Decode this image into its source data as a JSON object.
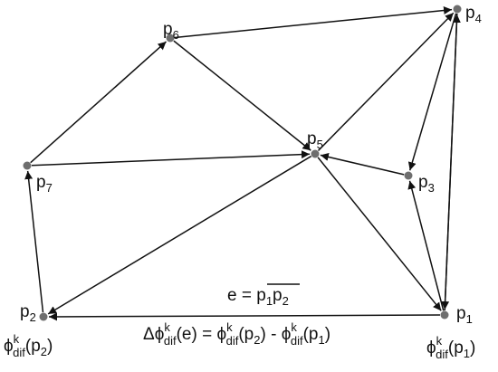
{
  "points": [
    {
      "id": "p1",
      "base": "p",
      "sub": "1"
    },
    {
      "id": "p2",
      "base": "p",
      "sub": "2"
    },
    {
      "id": "p3",
      "base": "p",
      "sub": "3"
    },
    {
      "id": "p4",
      "base": "p",
      "sub": "4"
    },
    {
      "id": "p5",
      "base": "p",
      "sub": "5"
    },
    {
      "id": "p6",
      "base": "p",
      "sub": "6"
    },
    {
      "id": "p7",
      "base": "p",
      "sub": "7"
    }
  ],
  "edges": [
    {
      "from": "p6",
      "to": "p4"
    },
    {
      "from": "p7",
      "to": "p6"
    },
    {
      "from": "p6",
      "to": "p5"
    },
    {
      "from": "p7",
      "to": "p5"
    },
    {
      "from": "p2",
      "to": "p7"
    },
    {
      "from": "p5",
      "to": "p4"
    },
    {
      "from": "p5",
      "to": "p2"
    },
    {
      "from": "p1",
      "to": "p2"
    },
    {
      "from": "p5",
      "to": "p1"
    },
    {
      "from": "p3",
      "to": "p5"
    },
    {
      "from": "p4",
      "to": "p3"
    },
    {
      "from": "p4",
      "to": "p1"
    },
    {
      "from": "p1",
      "to": "p3"
    },
    {
      "from": "p1",
      "to": "p4"
    }
  ],
  "edge_equation": {
    "lhs": "e = ",
    "seg_first": "p",
    "seg_first_sub": "1",
    "seg_second": "p",
    "seg_second_sub": "2"
  },
  "phi_p2": {
    "phi": "ϕ",
    "sup": "k",
    "sub": "dif",
    "arg": "(p",
    "arg_sub": "2",
    "close": ")"
  },
  "phi_p1": {
    "phi": "ϕ",
    "sup": "k",
    "sub": "dif",
    "arg": "(p",
    "arg_sub": "1",
    "close": ")"
  },
  "delta_equation": {
    "delta": "Δϕ",
    "d_sup": "k",
    "d_sub": "dif",
    "d_arg": "(e) = ",
    "t1_phi": "ϕ",
    "t1_sup": "k",
    "t1_sub": "dif",
    "t1_arg": "(p",
    "t1_arg_sub": "2",
    "t1_close": ") - ",
    "t2_phi": "ϕ",
    "t2_sup": "k",
    "t2_sub": "dif",
    "t2_arg": "(p",
    "t2_arg_sub": "1",
    "t2_close": ")"
  }
}
